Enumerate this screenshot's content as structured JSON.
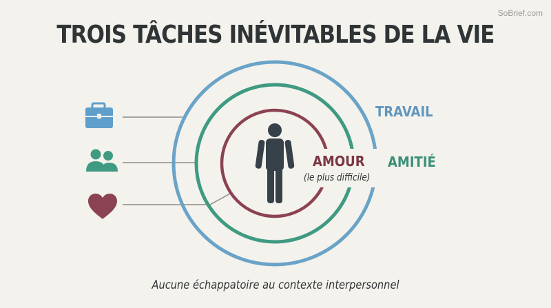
{
  "brand": "SoBrief.com",
  "title": "TROIS TÂCHES INÉVITABLES DE LA VIE",
  "rings": [
    {
      "label": "TRAVAIL",
      "icon": "briefcase-icon",
      "color": "#6aa3c8"
    },
    {
      "label": "AMITIÉ",
      "icon": "people-icon",
      "color": "#3f9a82"
    },
    {
      "label": "AMOUR",
      "sublabel": "(le plus difficile)",
      "icon": "heart-icon",
      "color": "#8b4253"
    }
  ],
  "center_icon": "person-icon",
  "caption": "Aucune échappatoire au contexte interpersonnel"
}
